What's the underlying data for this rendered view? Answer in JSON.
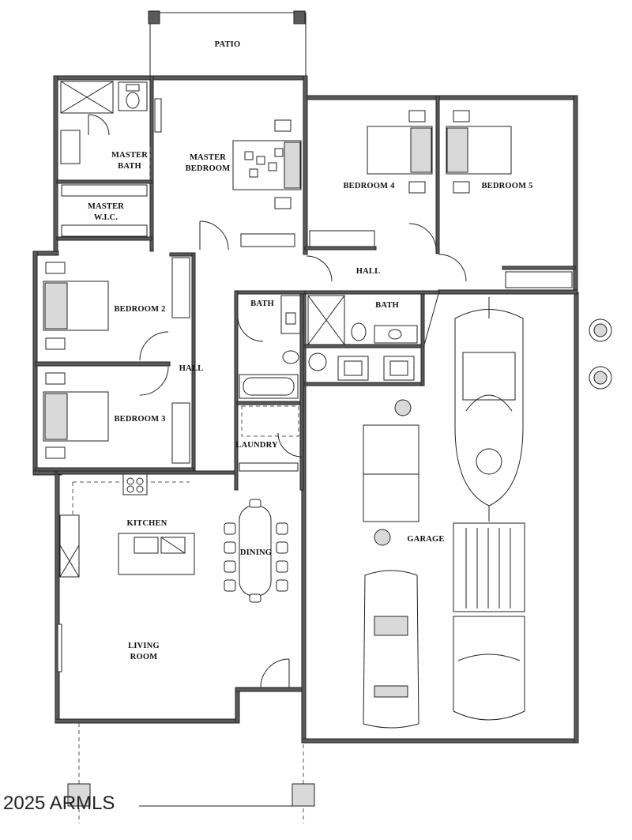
{
  "rooms": {
    "patio": "PATIO",
    "master_bath_1": "MASTER",
    "master_bath_2": "BATH",
    "master_bedroom_1": "MASTER",
    "master_bedroom_2": "BEDROOM",
    "master_wic_1": "MASTER",
    "master_wic_2": "W.I.C.",
    "bedroom_4": "BEDROOM 4",
    "bedroom_5": "BEDROOM 5",
    "hall_upper": "HALL",
    "bedroom_2": "BEDROOM 2",
    "bath_left": "BATH",
    "bath_right": "BATH",
    "hall_mid": "HALL",
    "bedroom_3": "BEDROOM 3",
    "laundry": "LAUNDRY",
    "kitchen": "KITCHEN",
    "dining": "DINING",
    "garage": "GARAGE",
    "living_1": "LIVING",
    "living_2": "ROOM"
  },
  "watermark": "2025 ARMLS"
}
